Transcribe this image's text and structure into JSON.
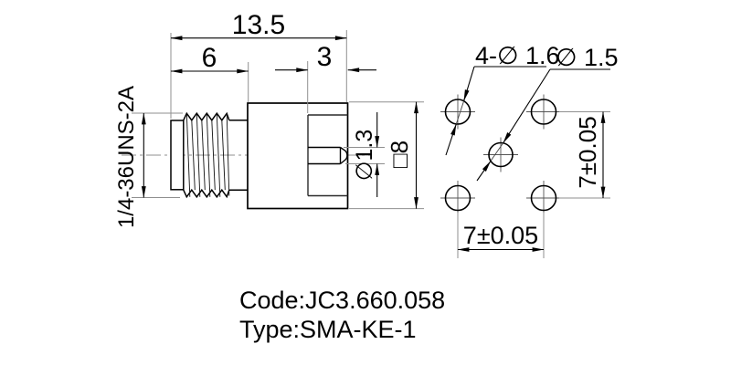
{
  "drawing": {
    "side_view": {
      "thread_spec": "1/4-36UNS-2A",
      "dim_total_length": "13.5",
      "dim_thread_length": "6",
      "dim_tail_length": "3",
      "dim_pin_diameter": "∅1.3",
      "dim_body_square": "□8"
    },
    "footprint_view": {
      "dim_corner_holes": "4-∅ 1.6",
      "dim_center_hole": "∅ 1.5",
      "dim_vertical_pitch": "7±0.05",
      "dim_horizontal_pitch": "7±0.05"
    },
    "title_block": {
      "code_line": "Code:JC3.660.058",
      "type_line": "Type:SMA-KE-1"
    },
    "colors": {
      "object_line": "#000000",
      "helper_line": "#8f8f8f",
      "background": "#ffffff"
    }
  }
}
